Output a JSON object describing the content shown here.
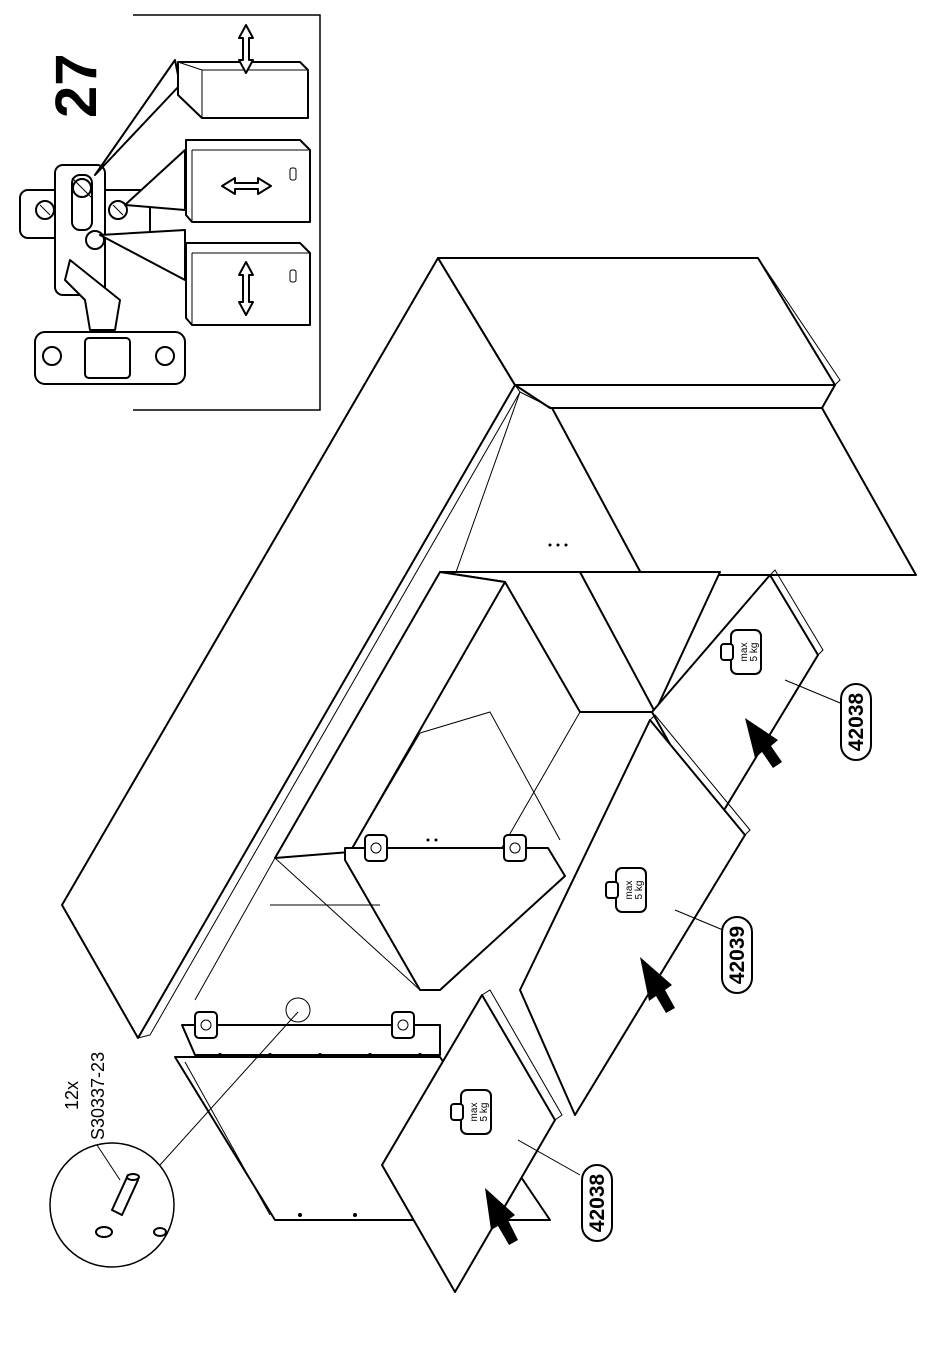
{
  "step_number": "27",
  "callout": {
    "quantity": "12x",
    "part_code": "S30337-23"
  },
  "weights": [
    {
      "label": "max",
      "value": "5 kg"
    },
    {
      "label": "max",
      "value": "5 kg"
    },
    {
      "label": "max",
      "value": "5 kg"
    }
  ],
  "part_labels": [
    {
      "id": "42038"
    },
    {
      "id": "42039"
    },
    {
      "id": "42038"
    }
  ],
  "icons": [
    "hinge-adjustment-icon",
    "double-arrow-vertical-icon",
    "double-arrow-horizontal-icon",
    "weight-icon",
    "push-arrow-icon",
    "dowel-pin-icon"
  ]
}
